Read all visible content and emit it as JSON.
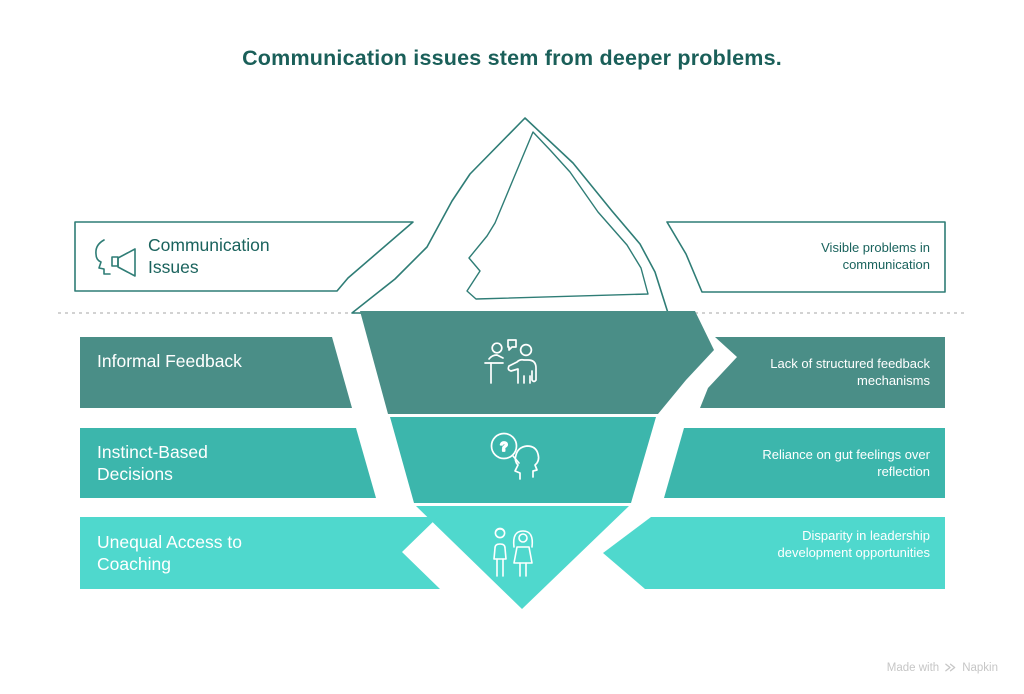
{
  "title": "Communication issues stem from deeper problems.",
  "palette": {
    "heading_text": "#1A5F59",
    "outline_stroke": "#2F7D76",
    "layer_dark": "#4A8E87",
    "layer_medium": "#3CB6AC",
    "layer_light": "#4FD8CD",
    "icon_stroke": "#FFFFFF",
    "waterline": "#C4C4C4",
    "watermark_text": "#C6C6C6",
    "background": "#FFFFFF"
  },
  "surface": {
    "label": "Communication Issues",
    "description": "Visible problems in communication",
    "icon": "speaker-face-megaphone-icon"
  },
  "layers": [
    {
      "label": "Informal Feedback",
      "description": "Lack of structured feedback mechanisms",
      "icon": "feedback-presentation-icon"
    },
    {
      "label": "Instinct-Based Decisions",
      "description": "Reliance on gut feelings over reflection",
      "icon": "head-question-magnifier-icon",
      "icon_glyph": "?"
    },
    {
      "label": "Unequal Access to Coaching",
      "description": "Disparity in leadership development opportunities",
      "icon": "man-woman-icon"
    }
  ],
  "watermark": {
    "prefix": "Made with",
    "brand": "Napkin"
  }
}
